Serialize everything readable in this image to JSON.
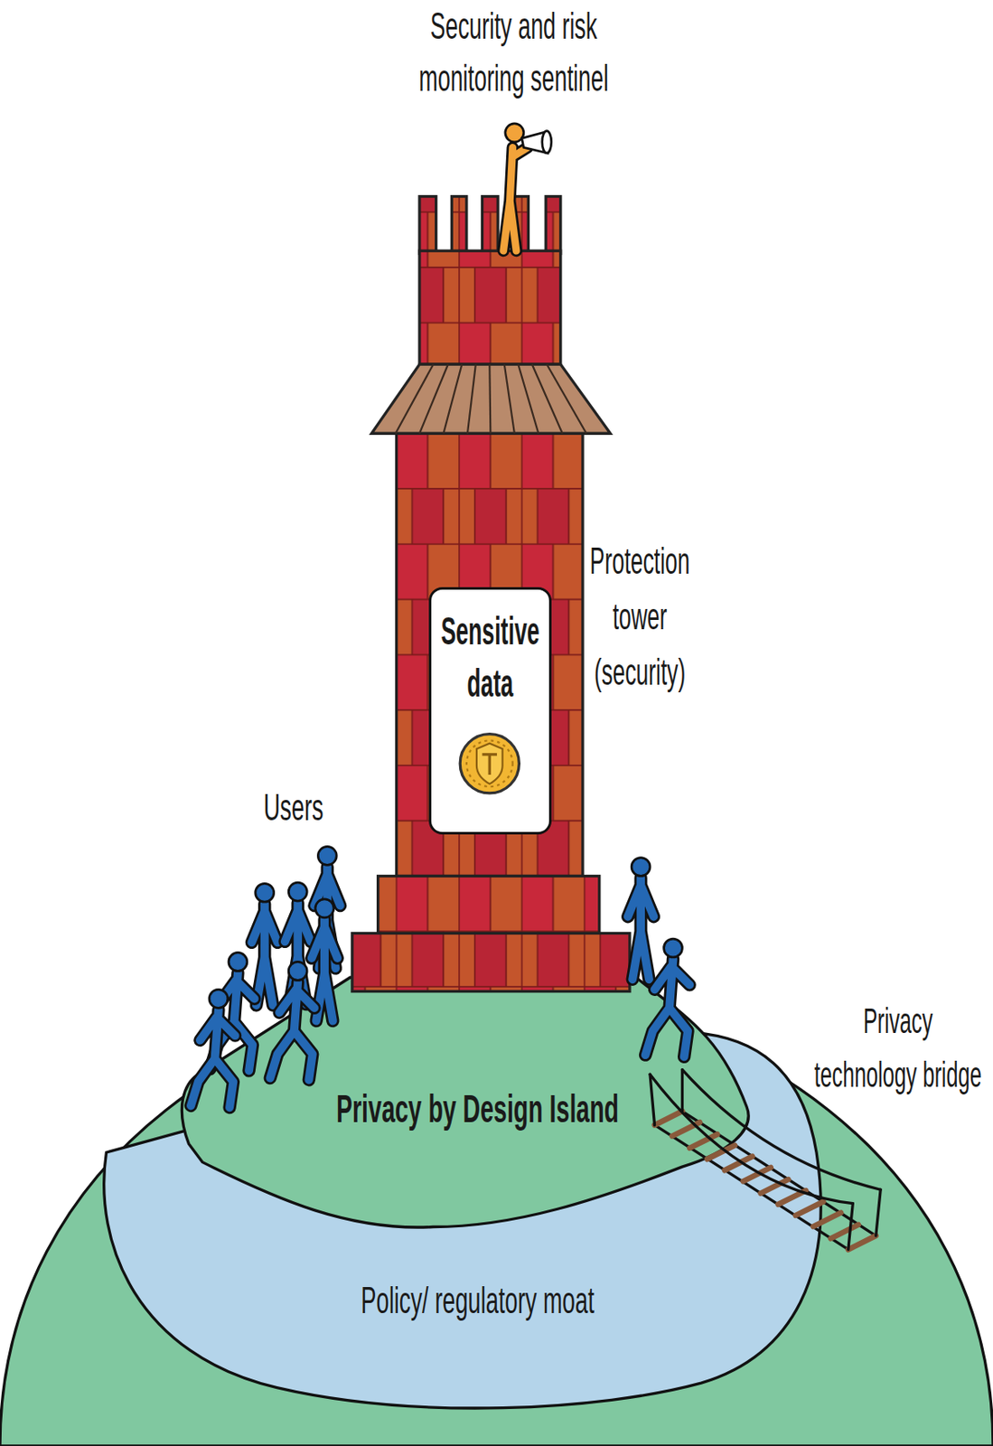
{
  "diagram": {
    "nodes": [
      {
        "text": [
          "Sensitive data"
        ]
      },
      {
        "text": [
          "Privacy by Design Island"
        ]
      },
      {
        "text": [
          "Policy/ regulatory moat"
        ]
      }
    ],
    "labels": [
      "Security and risk monitoring sentinel",
      "Protection tower (security)",
      "Users",
      "Privacy technology bridge"
    ]
  }
}
